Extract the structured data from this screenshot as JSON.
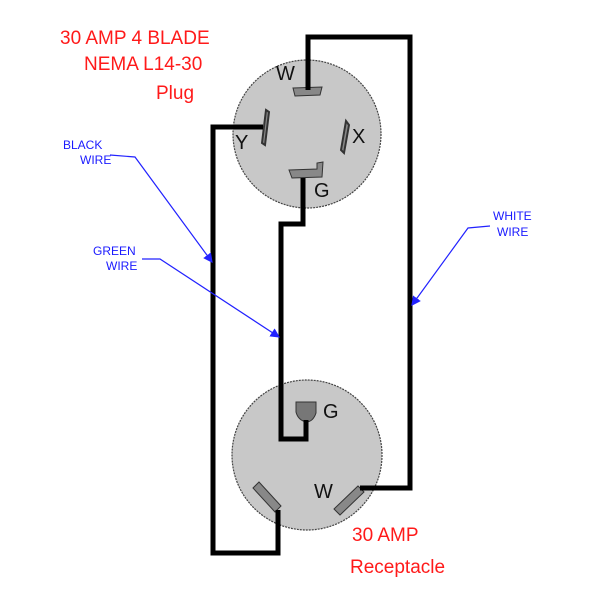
{
  "plug": {
    "title_line1": "30 AMP 4 BLADE",
    "title_line2": "NEMA L14-30",
    "title_line3": "Plug",
    "terminals": {
      "w": "W",
      "x": "X",
      "y": "Y",
      "g": "G"
    }
  },
  "receptacle": {
    "title_line1": "30 AMP",
    "title_line2": "Receptacle",
    "terminals": {
      "g": "G",
      "w": "W"
    }
  },
  "wire_labels": {
    "black": {
      "line1": "BLACK",
      "line2": "WIRE"
    },
    "green": {
      "line1": "GREEN",
      "line2": "WIRE"
    },
    "white": {
      "line1": "WHITE",
      "line2": "WIRE"
    }
  },
  "colors": {
    "label_red": "#ff1a1a",
    "label_blue": "#1a1aff",
    "face_gray": "#c8c8c8",
    "blade_gray": "#888888"
  }
}
